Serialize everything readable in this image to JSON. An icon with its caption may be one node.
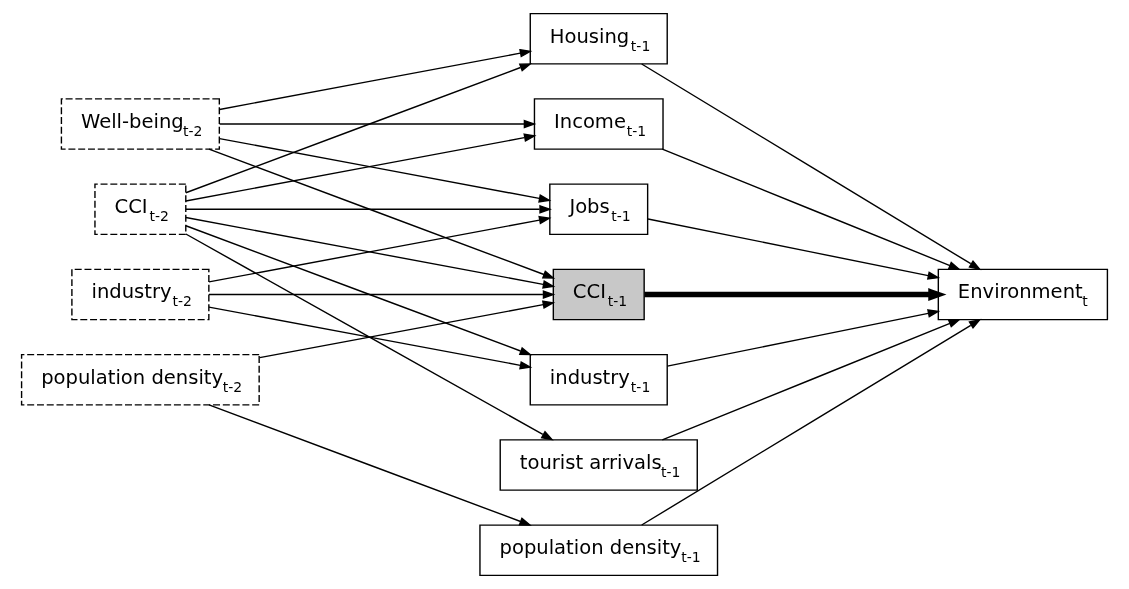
{
  "diagram": {
    "nodes": [
      {
        "text": [
          "Well-being$_{t-2}$"
        ]
      },
      {
        "text": [
          "CCI$_{t-2}$"
        ]
      },
      {
        "text": [
          "industry$_{t-2}$"
        ]
      },
      {
        "text": [
          "population density$_{t-2}$"
        ]
      },
      {
        "text": [
          "Housing$_{t-1}$"
        ]
      },
      {
        "text": [
          "Income$_{t-1}$"
        ]
      },
      {
        "text": [
          "Jobs$_{t-1}$"
        ]
      },
      {
        "text": [
          "CCI$_{t-1}$"
        ]
      },
      {
        "text": [
          "industry$_{t-1}$"
        ]
      },
      {
        "text": [
          "tourist arrivals$_{t-1}$"
        ]
      },
      {
        "text": [
          "population density$_{t-1}$"
        ]
      },
      {
        "text": [
          "Environment$_{t}$"
        ]
      }
    ],
    "edges": [
      {
        "from": 0,
        "to": 4,
        "arrow": "to"
      },
      {
        "from": 0,
        "to": 5,
        "arrow": "to"
      },
      {
        "from": 0,
        "to": 6,
        "arrow": "to"
      },
      {
        "from": 0,
        "to": 7,
        "arrow": "to"
      },
      {
        "from": 1,
        "to": 4,
        "arrow": "to"
      },
      {
        "from": 1,
        "to": 5,
        "arrow": "to"
      },
      {
        "from": 1,
        "to": 6,
        "arrow": "to"
      },
      {
        "from": 1,
        "to": 7,
        "arrow": "to"
      },
      {
        "from": 1,
        "to": 8,
        "arrow": "to"
      },
      {
        "from": 1,
        "to": 9,
        "arrow": "to"
      },
      {
        "from": 2,
        "to": 6,
        "arrow": "to"
      },
      {
        "from": 2,
        "to": 7,
        "arrow": "to"
      },
      {
        "from": 2,
        "to": 8,
        "arrow": "to"
      },
      {
        "from": 3,
        "to": 7,
        "arrow": "to"
      },
      {
        "from": 3,
        "to": 10,
        "arrow": "to"
      },
      {
        "from": 4,
        "to": 11,
        "arrow": "to"
      },
      {
        "from": 5,
        "to": 11,
        "arrow": "to"
      },
      {
        "from": 6,
        "to": 11,
        "arrow": "to"
      },
      {
        "from": 7,
        "to": 11,
        "arrow": "to",
        "style": "thick"
      },
      {
        "from": 8,
        "to": 11,
        "arrow": "to"
      },
      {
        "from": 9,
        "to": 11,
        "arrow": "to"
      },
      {
        "from": 10,
        "to": 11,
        "arrow": "to"
      }
    ]
  }
}
